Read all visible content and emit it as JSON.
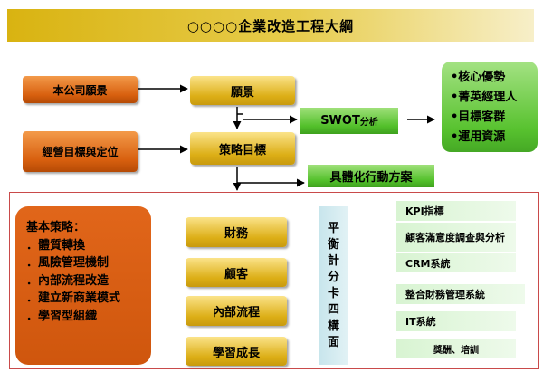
{
  "title": "○○○○企業改造工程大綱",
  "left_boxes": {
    "company_vision": "本公司願景",
    "business_goals": "經營目標與定位"
  },
  "center_boxes": {
    "vision": "願景",
    "strategy_goal": "策略目標"
  },
  "swot": {
    "label_bold": "SWOT",
    "label_rest": "分析"
  },
  "action_plan": "具體化行動方案",
  "core_list": {
    "items": [
      "•核心優勢",
      "•菁英經理人",
      "•目標客群",
      "•運用資源"
    ]
  },
  "basic_strategy": {
    "heading": "基本策略：",
    "items": [
      "．體質轉換",
      "．風險管理機制",
      "．內部流程改造",
      "．建立新商業模式",
      "．學習型組織"
    ]
  },
  "bsc_perspectives": [
    "財務",
    "顧客",
    "內部流程",
    "學習成長"
  ],
  "balanced_scorecard": [
    "平",
    "衡",
    "計",
    "分",
    "卡",
    "四",
    "構",
    "面"
  ],
  "outcomes": [
    "KPI指標",
    "顧客滿意度調查與分析",
    "CRM系統",
    "整合財務管理系統",
    "IT系統",
    "獎酬、培訓"
  ]
}
